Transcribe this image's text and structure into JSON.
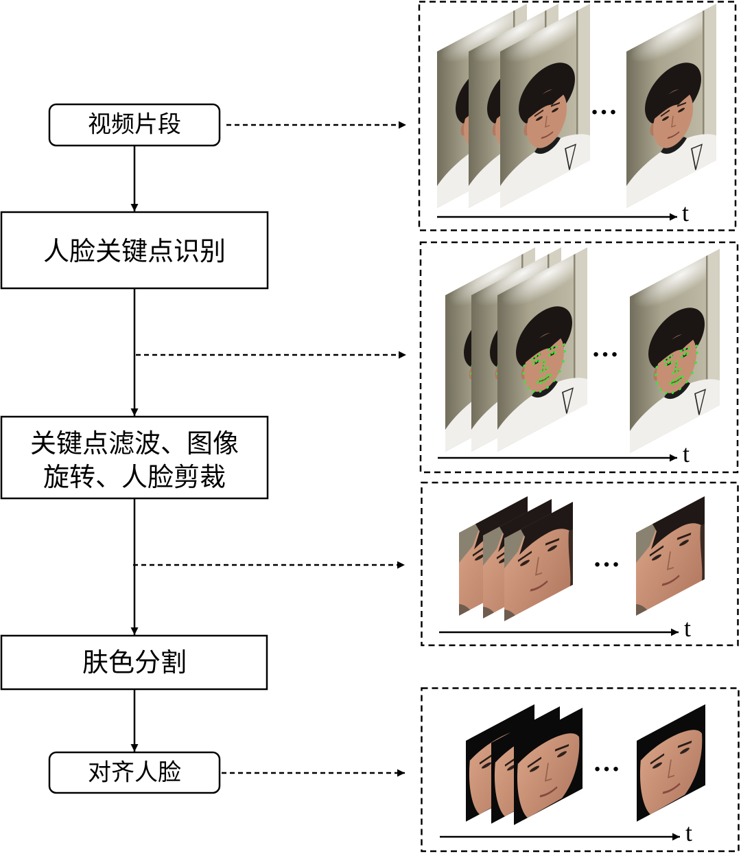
{
  "flowchart": {
    "video_clip": "视频片段",
    "landmark_detection": "人脸关键点识别",
    "filter_rotate_crop": [
      "关键点滤波、图像",
      "旋转、人脸剪裁"
    ],
    "skin_segmentation": "肤色分割",
    "aligned_face": "对齐人脸"
  },
  "panels": [
    {
      "ellipsis": "…",
      "time_label": "t"
    },
    {
      "ellipsis": "…",
      "time_label": "t"
    },
    {
      "ellipsis": "…",
      "time_label": "t"
    },
    {
      "ellipsis": "…",
      "time_label": "t"
    }
  ],
  "colors": {
    "landmark_points": "#39e639",
    "stroke": "#000000"
  }
}
